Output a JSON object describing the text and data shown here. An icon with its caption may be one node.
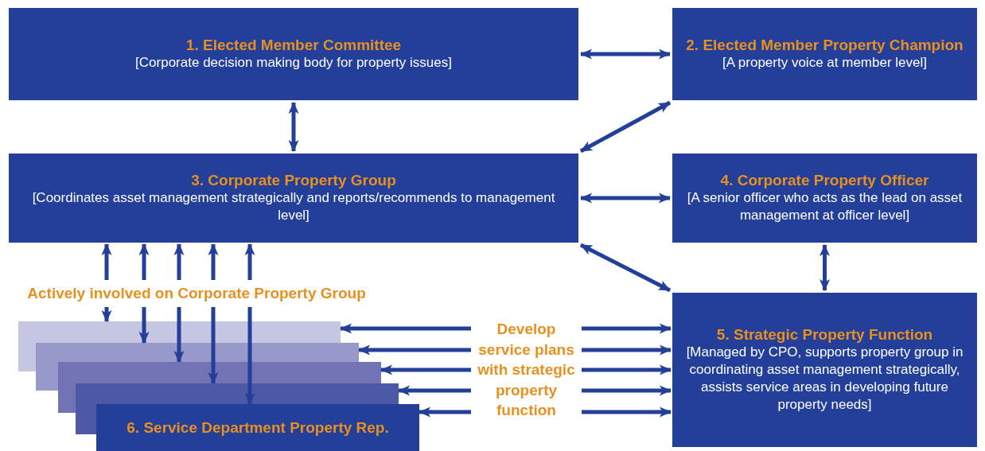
{
  "diagram": {
    "nodes": [
      {
        "text": [
          "1. Elected Member Committee",
          "[Corporate decision making body for property issues]"
        ]
      },
      {
        "text": [
          "2. Elected Member Property Champion",
          "[A property voice at member level]"
        ]
      },
      {
        "text": [
          "3. Corporate Property Group",
          "[Coordinates asset management strategically and reports/recommends to management level]"
        ]
      },
      {
        "text": [
          "4. Corporate Property Officer",
          "[A senior officer who acts as the lead on asset management at officer level]"
        ]
      },
      {
        "text": [
          "5. Strategic Property Function",
          "[Managed by CPO, supports property group in coordinating asset management strategically, assists service areas in developing future property needs]"
        ]
      },
      {
        "text": [
          "6. Service Department Property Rep."
        ]
      },
      {
        "text": [
          "Actively involved on Corporate Property Group"
        ]
      },
      {
        "text": [
          "Develop service plans with strategic property function"
        ]
      }
    ],
    "edges": [
      {
        "from": 0,
        "to": 1,
        "arrow": "both"
      },
      {
        "from": 0,
        "to": 2,
        "arrow": "both"
      },
      {
        "from": 1,
        "to": 2,
        "arrow": "both"
      },
      {
        "from": 2,
        "to": 3,
        "arrow": "both"
      },
      {
        "from": 2,
        "to": 4,
        "arrow": "both"
      },
      {
        "from": 3,
        "to": 4,
        "arrow": "both"
      },
      {
        "from": 6,
        "to": 2,
        "arrow": "to"
      },
      {
        "from": 6,
        "to": 2,
        "arrow": "to"
      },
      {
        "from": 6,
        "to": 2,
        "arrow": "to"
      },
      {
        "from": 6,
        "to": 2,
        "arrow": "to"
      },
      {
        "from": 6,
        "to": 2,
        "arrow": "to"
      },
      {
        "from": 6,
        "to": 5,
        "arrow": "to"
      },
      {
        "from": 6,
        "to": 5,
        "arrow": "to"
      },
      {
        "from": 6,
        "to": 5,
        "arrow": "to"
      },
      {
        "from": 6,
        "to": 5,
        "arrow": "to"
      },
      {
        "from": 6,
        "to": 5,
        "arrow": "to"
      },
      {
        "from": 7,
        "to": 5,
        "arrow": "to"
      },
      {
        "from": 7,
        "to": 5,
        "arrow": "to"
      },
      {
        "from": 7,
        "to": 5,
        "arrow": "to"
      },
      {
        "from": 7,
        "to": 5,
        "arrow": "to"
      },
      {
        "from": 7,
        "to": 5,
        "arrow": "to"
      },
      {
        "from": 7,
        "to": 4,
        "arrow": "to"
      },
      {
        "from": 7,
        "to": 4,
        "arrow": "to"
      },
      {
        "from": 7,
        "to": 4,
        "arrow": "to"
      },
      {
        "from": 7,
        "to": 4,
        "arrow": "to"
      },
      {
        "from": 7,
        "to": 4,
        "arrow": "to"
      }
    ]
  }
}
